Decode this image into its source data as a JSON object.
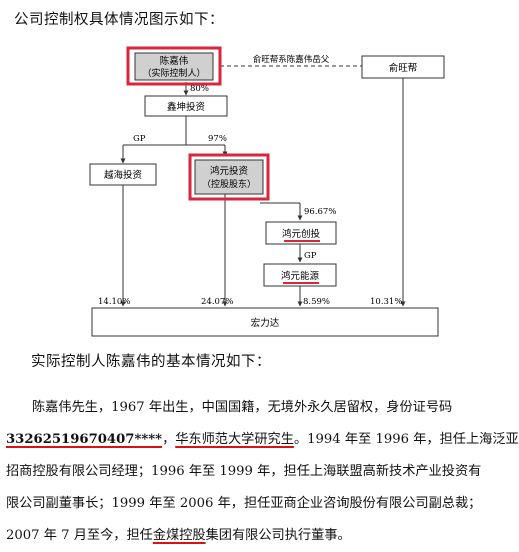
{
  "heading_top": "公司控制权具体情况图示如下：",
  "diagram": {
    "nodes": {
      "controller": [
        "陈嘉伟",
        "（实际控制人）"
      ],
      "yu": [
        "俞旺帮"
      ],
      "xinkun": [
        "鑫坤投资"
      ],
      "yuehai": [
        "越海投资"
      ],
      "hongyuan": [
        "鸿元投资",
        "（控股股东）"
      ],
      "hongyuan_cy": [
        "鸿元创投"
      ],
      "hongyuan_ny": [
        "鸿元能源"
      ],
      "hongli": [
        "宏力达"
      ]
    },
    "relation_label": "俞旺帮系陈嘉伟岳父",
    "edge_labels": {
      "c_xinkun": "80%",
      "gp1": "GP",
      "x_hy": "97%",
      "hy_cy": "96.67%",
      "gp2": "GP",
      "yuehai_hl": "14.10%",
      "hy_hl": "24.07%",
      "ny_hl": "8.59%",
      "yu_hl": "10.31%"
    }
  },
  "heading_2": "实际控制人陈嘉伟的基本情况如下：",
  "paragraph": {
    "l1": "陈嘉伟先生，1967 年出生，中国国籍，无境外永久居留权，身份证号码",
    "l2_id": "33262519670407****",
    "l2_comma": "，",
    "l2_school": "华东师范大学研究生",
    "l2_rest": "。1994 年至 1996 年，担任上海泛亚",
    "l3": "招商控股有限公司经理；1996 年至 1999 年，担任上海联盟高新技术产业投资有",
    "l4": "限公司副董事长；1999 年至 2006 年，担任亚商企业咨询股份有限公司副总裁；",
    "l5_a": "2007 年 7 月至今，担任",
    "l5_b": "金煤控股",
    "l5_c": "集团有限公司执行董事。"
  },
  "colors": {
    "highlight_red": "#d7263d",
    "box_fill_gray": "#d0d0d0",
    "line": "#333333"
  }
}
